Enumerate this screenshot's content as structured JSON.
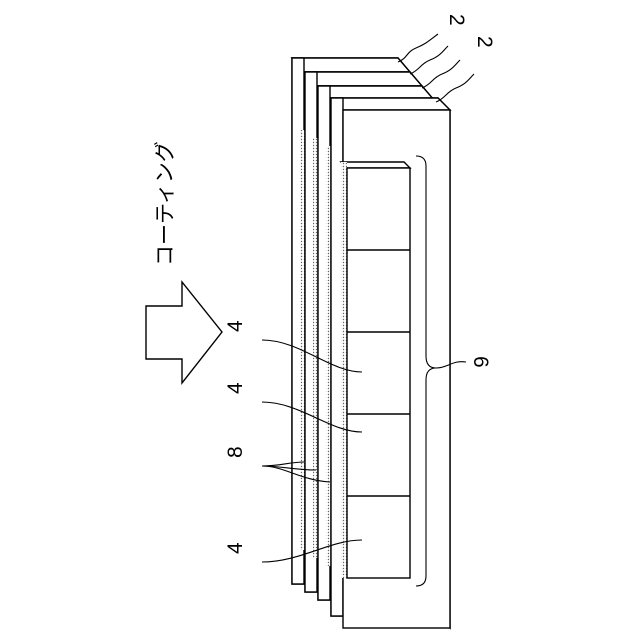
{
  "labels": {
    "process": "コーティング",
    "plate_a": "2",
    "plate_b": "2",
    "group": "6",
    "cell_top": "4",
    "cell_mid": "4",
    "coating_layer": "8",
    "cell_bottom": "4"
  }
}
